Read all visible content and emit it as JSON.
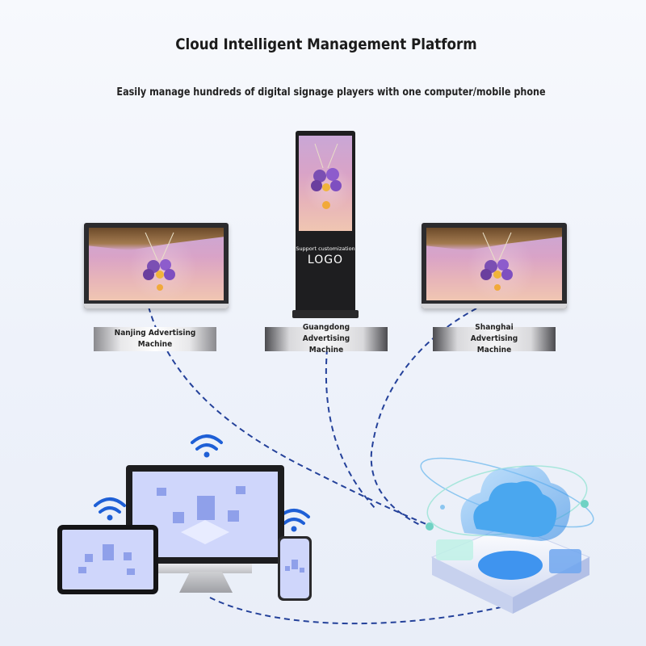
{
  "header": {
    "title": "Cloud Intelligent Management Platform",
    "subtitle": "Easily manage hundreds of digital signage players with one computer/mobile phone"
  },
  "machines": [
    {
      "label": "Nanjing Advertising Machine"
    },
    {
      "label": "Guangdong Advertising Machine"
    },
    {
      "label": "Shanghai Advertising Machine"
    }
  ],
  "kiosk": {
    "caption": "Support customization",
    "logo": "LOGO"
  },
  "colors": {
    "dashed_line": "#24419a",
    "wifi": "#1e5fd6",
    "device_screen": "#cfd6fb",
    "cloud": "#4aa7ef"
  },
  "icons": [
    "wifi-icon",
    "cloud-icon"
  ]
}
